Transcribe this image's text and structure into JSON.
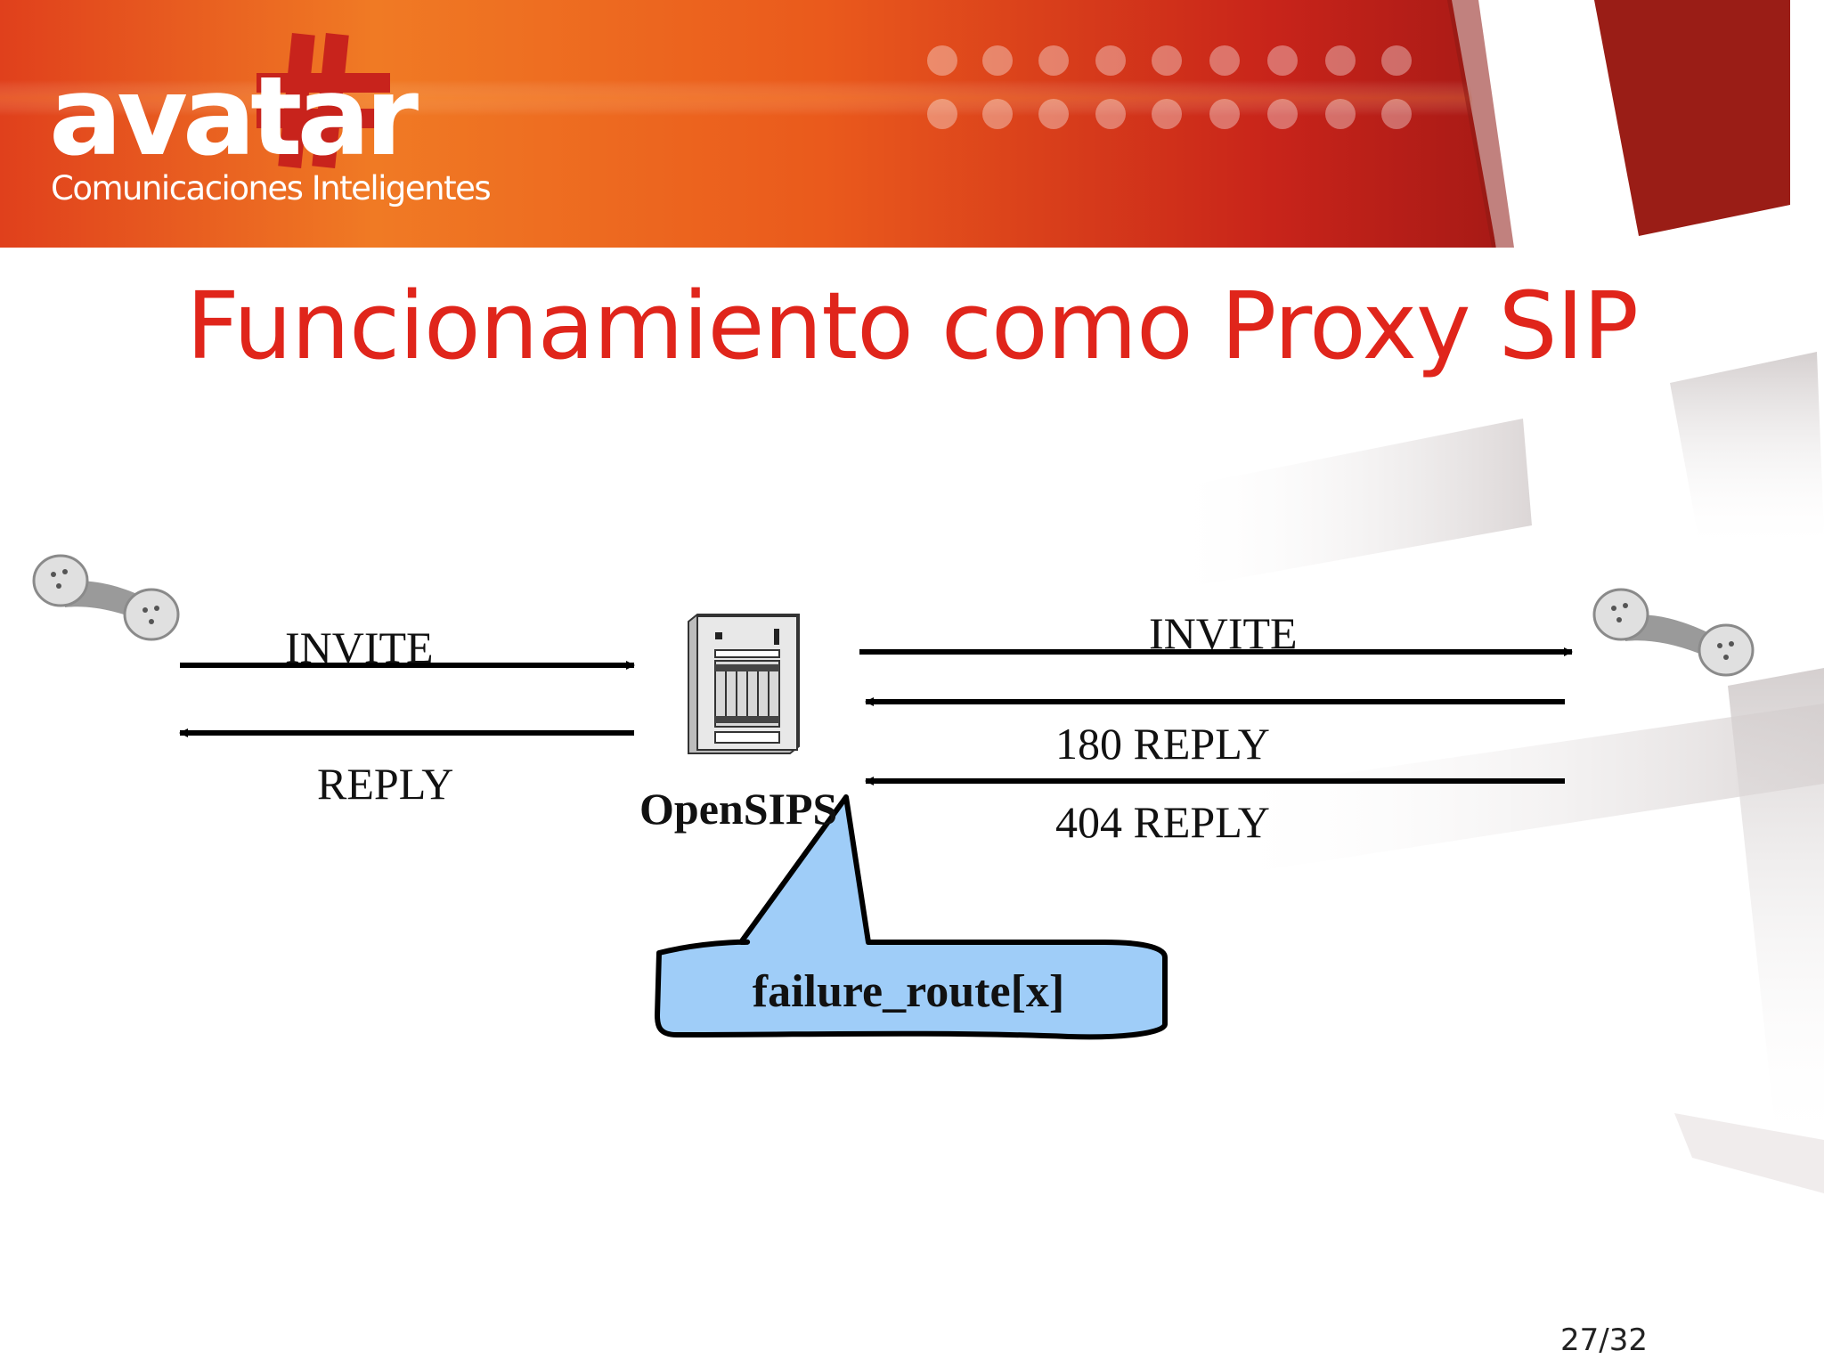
{
  "slide": {
    "title": "Funcionamiento como Proxy SIP",
    "page_number": "27/32"
  },
  "logo": {
    "wordmark": "avatar",
    "tagline": "Comunicaciones Inteligentes"
  },
  "diagram": {
    "left_invite_label": "INVITE",
    "left_reply_label": "REPLY",
    "server_label": "OpenSIPS",
    "right_invite_label": "INVITE",
    "right_reply_180_label": "180 REPLY",
    "right_reply_404_label": "404 REPLY",
    "callout_label": "failure_route[x]"
  },
  "colors": {
    "title": "#e0251b",
    "header_orange": "#ee6a1e",
    "header_red": "#c01e18",
    "callout_fill": "#9fcdf8"
  },
  "icons": [
    "telephone-handset-icon",
    "server-rack-icon",
    "avatar-logo-cross-icon"
  ]
}
